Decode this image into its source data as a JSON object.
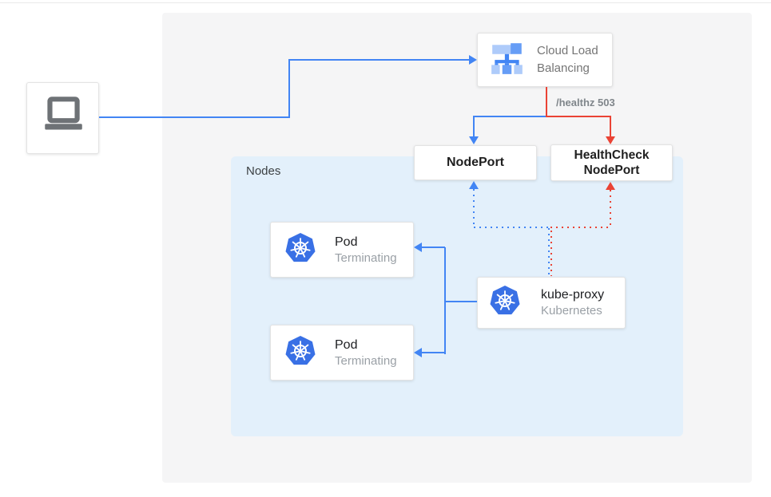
{
  "diagram": {
    "nodes_label": "Nodes",
    "healthz_label": "/healthz 503",
    "client": {
      "icon": "laptop-icon"
    },
    "cloud_lb": {
      "line1": "Cloud Load",
      "line2": "Balancing",
      "icon": "cloud-load-balancing-icon"
    },
    "nodeport": {
      "label": "NodePort"
    },
    "healthcheck_nodeport": {
      "line1": "HealthCheck",
      "line2": "NodePort"
    },
    "pods": [
      {
        "title": "Pod",
        "subtitle": "Terminating",
        "icon": "kubernetes-icon"
      },
      {
        "title": "Pod",
        "subtitle": "Terminating",
        "icon": "kubernetes-icon"
      }
    ],
    "kube_proxy": {
      "title": "kube-proxy",
      "subtitle": "Kubernetes",
      "icon": "kubernetes-icon"
    },
    "colors": {
      "traffic_blue": "#4285F4",
      "error_red": "#EA4335",
      "nodes_bg": "#E3F0FB",
      "panel_bg": "#F5F5F6",
      "kubernetes_blue": "#3970E5"
    }
  }
}
